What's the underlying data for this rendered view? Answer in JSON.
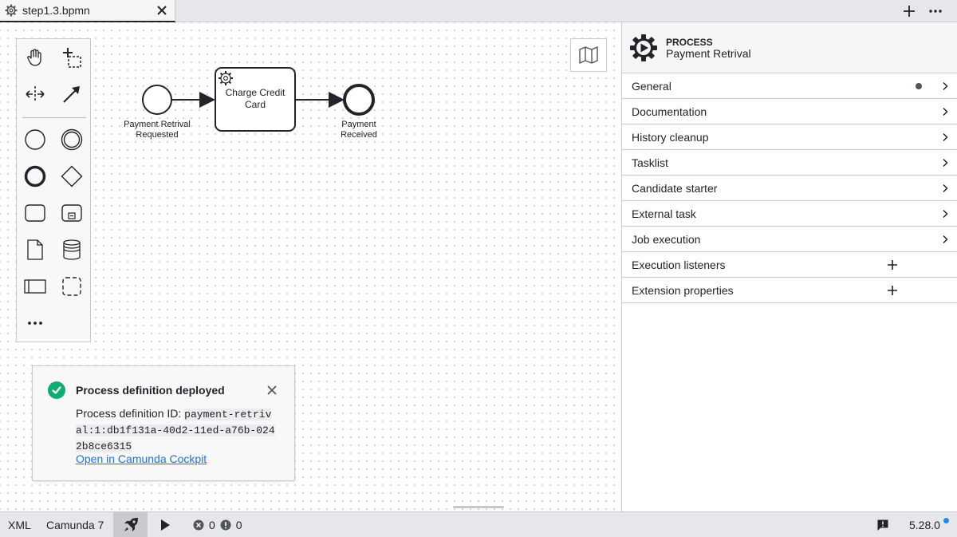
{
  "tab": {
    "label": "step1.3.bpmn"
  },
  "diagram": {
    "start_event_label_1": "Payment Retrival",
    "start_event_label_2": "Requested",
    "task_label": "Charge Credit Card",
    "end_event_label_1": "Payment",
    "end_event_label_2": "Received"
  },
  "palette": {
    "tools": [
      "hand-tool",
      "lasso-tool",
      "space-tool",
      "connect-tool",
      "start-event",
      "intermediate-event",
      "end-event",
      "gateway",
      "task",
      "subprocess",
      "data-object",
      "data-store",
      "pool",
      "group",
      "more"
    ]
  },
  "notification": {
    "title": "Process definition deployed",
    "id_label": "Process definition ID: ",
    "id_value": "payment-retrival:1:db1f131a-40d2-11ed-a76b-0242b8ce6315",
    "link": "Open in Camunda Cockpit"
  },
  "properties": {
    "type": "PROCESS",
    "name": "Payment Retrival",
    "groups": [
      {
        "label": "General",
        "marker": "dot",
        "action": "chevron"
      },
      {
        "label": "Documentation",
        "action": "chevron"
      },
      {
        "label": "History cleanup",
        "action": "chevron"
      },
      {
        "label": "Tasklist",
        "action": "chevron"
      },
      {
        "label": "Candidate starter",
        "action": "chevron"
      },
      {
        "label": "External task",
        "action": "chevron"
      },
      {
        "label": "Job execution",
        "action": "chevron"
      },
      {
        "label": "Execution listeners",
        "action": "plus"
      },
      {
        "label": "Extension properties",
        "action": "plus"
      }
    ]
  },
  "statusbar": {
    "xml": "XML",
    "engine": "Camunda 7",
    "errors": "0",
    "warnings": "0",
    "version": "5.28.0"
  },
  "colors": {
    "accent": "#1a73e8",
    "success": "#10ad73",
    "update_dot": "#1a8cf0"
  }
}
